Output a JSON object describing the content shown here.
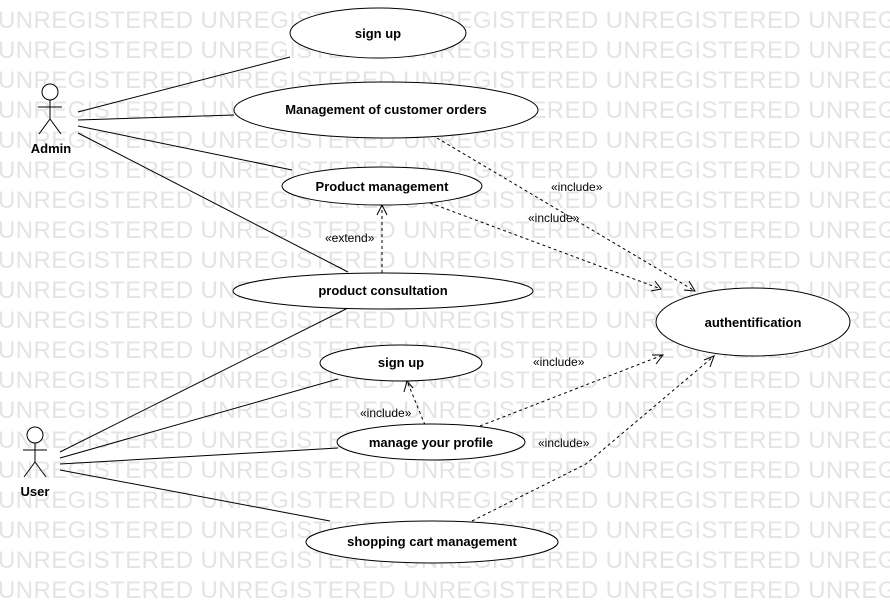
{
  "watermark": {
    "text": "UNREGISTERED UNREGISTERED UNREGISTERED UNREGISTERED UNREGISTERED",
    "color": "#e4e4e4"
  },
  "actors": {
    "admin": "Admin",
    "user": "User"
  },
  "use_cases": {
    "sign_up_admin": "sign up",
    "management_orders": "Management of customer orders",
    "product_management": "Product management",
    "product_consultation": "product consultation",
    "sign_up_user": "sign up",
    "manage_profile": "manage your profile",
    "shopping_cart": "shopping cart management",
    "authentification": "authentification"
  },
  "relations": {
    "include_orders_auth": "«include»",
    "include_product_auth": "«include»",
    "extend_consult_product": "«extend»",
    "include_profile_signup": "«include»",
    "include_profile_auth": "«include»",
    "include_cart_auth": "«include»"
  }
}
